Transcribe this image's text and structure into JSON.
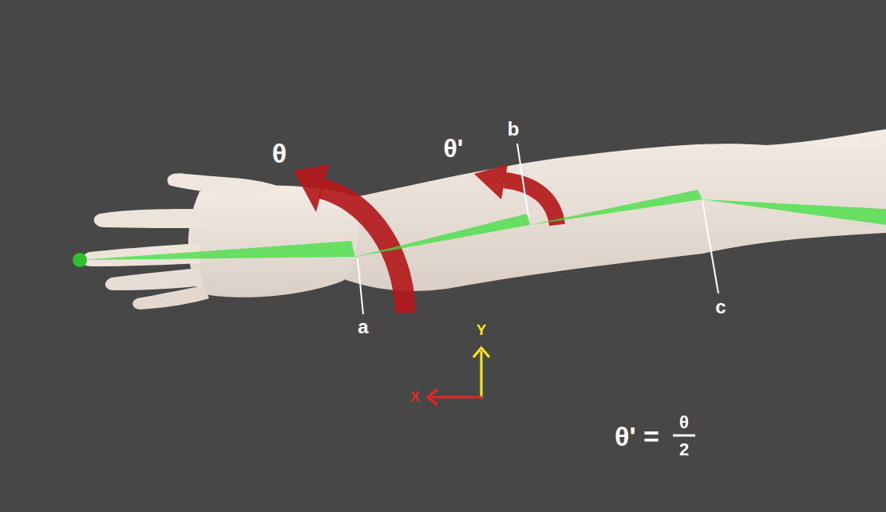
{
  "diagram": {
    "labels": [
      "θ",
      "θ'",
      "b",
      "a",
      "c",
      "Y",
      "X",
      "θ' =",
      "θ",
      "2"
    ]
  }
}
